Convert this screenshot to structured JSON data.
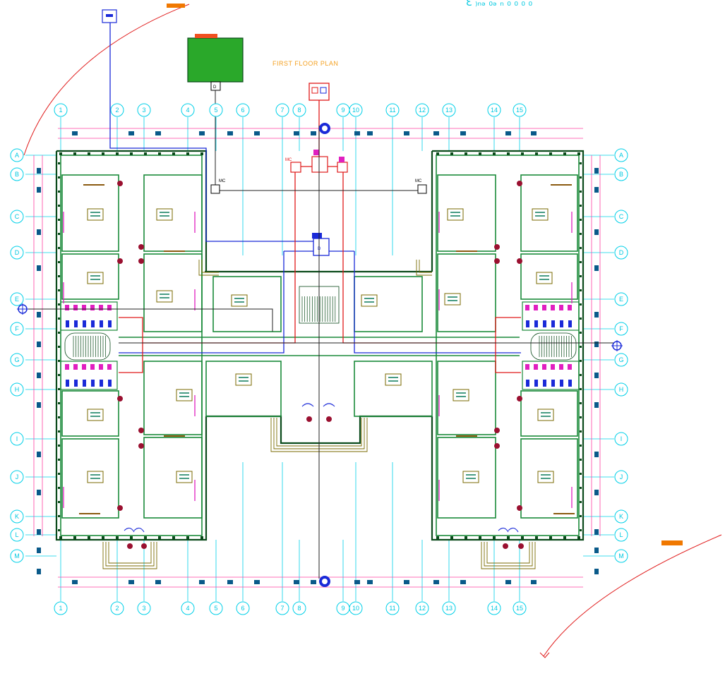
{
  "drawing": {
    "title": "FIRST FLOOR PLAN",
    "top_right_mark": "Ɛ ₎ₙₔ ₀ₔ ₙ ₀ ₀ ₀ ₀",
    "mc_labels": [
      "MC",
      "MC",
      "MC"
    ],
    "grid_columns": [
      "1",
      "2",
      "3",
      "4",
      "5",
      "6",
      "7",
      "8",
      "9",
      "10",
      "11",
      "12",
      "13",
      "14",
      "15"
    ],
    "grid_rows": [
      "A",
      "B",
      "C",
      "D",
      "E",
      "F",
      "G",
      "H",
      "I",
      "J",
      "K",
      "L",
      "M"
    ]
  },
  "colors": {
    "background": "#ffffff",
    "cyan": "#00d0e8",
    "wall_green": "#1a8a3a",
    "dark_wall": "#0a4a1a",
    "blue_line": "#1a2ad8",
    "red_line": "#e01a1a",
    "magenta": "#e020c0",
    "dimension": "#ff40a0",
    "furniture": "#7a6a00",
    "orange": "#f07800",
    "tank_green": "#2aa82a"
  },
  "icons": [
    "north-arrow-icon",
    "stair-icon",
    "door-swing-icon",
    "column-icon"
  ]
}
